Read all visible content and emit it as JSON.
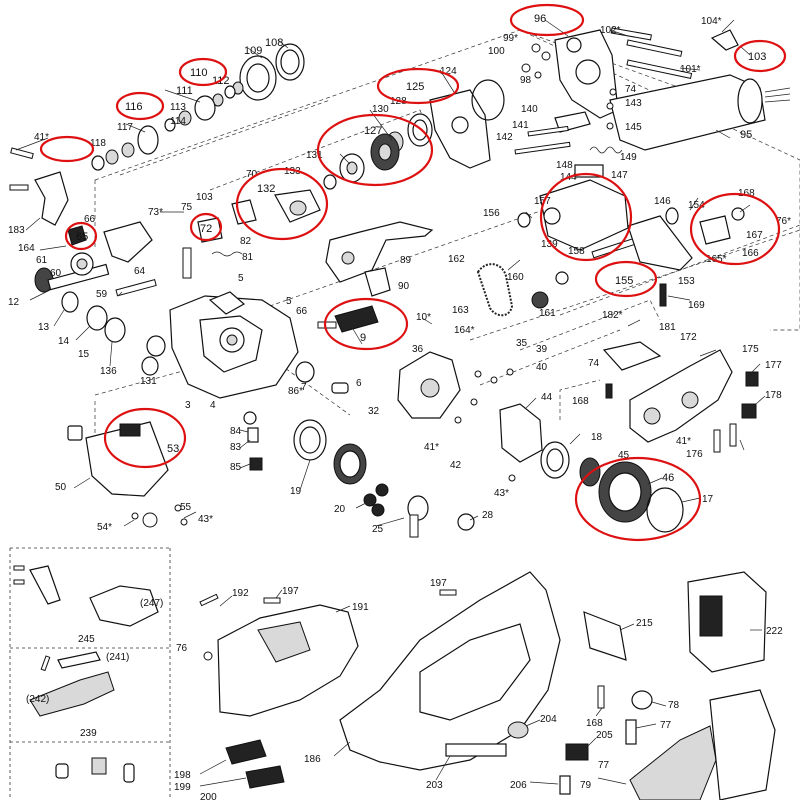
{
  "parts": [
    {
      "label": "96"
    },
    {
      "label": "104*"
    },
    {
      "label": "99*"
    },
    {
      "label": "102*"
    },
    {
      "label": "100"
    },
    {
      "label": "101*"
    },
    {
      "label": "103"
    },
    {
      "label": "98"
    },
    {
      "label": "108"
    },
    {
      "label": "109"
    },
    {
      "label": "110"
    },
    {
      "label": "112"
    },
    {
      "label": "111"
    },
    {
      "label": "116"
    },
    {
      "label": "113"
    },
    {
      "label": "114"
    },
    {
      "label": "117"
    },
    {
      "label": "118"
    },
    {
      "label": "41*"
    },
    {
      "label": "125"
    },
    {
      "label": "124"
    },
    {
      "label": "128"
    },
    {
      "label": "130"
    },
    {
      "label": "74"
    },
    {
      "label": "143"
    },
    {
      "label": "145"
    },
    {
      "label": "140"
    },
    {
      "label": "141"
    },
    {
      "label": "142"
    },
    {
      "label": "95"
    },
    {
      "label": "127"
    },
    {
      "label": "131"
    },
    {
      "label": "148"
    },
    {
      "label": "144"
    },
    {
      "label": "147"
    },
    {
      "label": "149"
    },
    {
      "label": "70"
    },
    {
      "label": "103"
    },
    {
      "label": "132"
    },
    {
      "label": "133"
    },
    {
      "label": "73*"
    },
    {
      "label": "75"
    },
    {
      "label": "183"
    },
    {
      "label": "66"
    },
    {
      "label": "65"
    },
    {
      "label": "72"
    },
    {
      "label": "82"
    },
    {
      "label": "157"
    },
    {
      "label": "146"
    },
    {
      "label": "154"
    },
    {
      "label": "168"
    },
    {
      "label": "156"
    },
    {
      "label": "139"
    },
    {
      "label": "158"
    },
    {
      "label": "167"
    },
    {
      "label": "76*"
    },
    {
      "label": "164"
    },
    {
      "label": "61"
    },
    {
      "label": "60"
    },
    {
      "label": "81"
    },
    {
      "label": "89"
    },
    {
      "label": "162"
    },
    {
      "label": "165*"
    },
    {
      "label": "166"
    },
    {
      "label": "12"
    },
    {
      "label": "64"
    },
    {
      "label": "59"
    },
    {
      "label": "5"
    },
    {
      "label": "90"
    },
    {
      "label": "160"
    },
    {
      "label": "155"
    },
    {
      "label": "153"
    },
    {
      "label": "169"
    },
    {
      "label": "13"
    },
    {
      "label": "14"
    },
    {
      "label": "15"
    },
    {
      "label": "66"
    },
    {
      "label": "10*"
    },
    {
      "label": "9"
    },
    {
      "label": "163"
    },
    {
      "label": "161"
    },
    {
      "label": "182*"
    },
    {
      "label": "181"
    },
    {
      "label": "164*"
    },
    {
      "label": "172"
    },
    {
      "label": "136"
    },
    {
      "label": "131"
    },
    {
      "label": "3"
    },
    {
      "label": "4"
    },
    {
      "label": "7"
    },
    {
      "label": "35"
    },
    {
      "label": "39"
    },
    {
      "label": "40"
    },
    {
      "label": "36"
    },
    {
      "label": "175"
    },
    {
      "label": "177"
    },
    {
      "label": "6"
    },
    {
      "label": "86*"
    },
    {
      "label": "32"
    },
    {
      "label": "44"
    },
    {
      "label": "168"
    },
    {
      "label": "178"
    },
    {
      "label": "84"
    },
    {
      "label": "83"
    },
    {
      "label": "85"
    },
    {
      "label": "53"
    },
    {
      "label": "41*"
    },
    {
      "label": "42"
    },
    {
      "label": "18"
    },
    {
      "label": "45"
    },
    {
      "label": "176"
    },
    {
      "label": "19"
    },
    {
      "label": "46"
    },
    {
      "label": "50"
    },
    {
      "label": "55"
    },
    {
      "label": "20"
    },
    {
      "label": "43*"
    },
    {
      "label": "54*"
    },
    {
      "label": "43*"
    },
    {
      "label": "25"
    },
    {
      "label": "28"
    },
    {
      "label": "17"
    },
    {
      "label": "197"
    },
    {
      "label": "197"
    },
    {
      "label": "192"
    },
    {
      "label": "191"
    },
    {
      "label": "(247)"
    },
    {
      "label": "245"
    },
    {
      "label": "76"
    },
    {
      "label": "215"
    },
    {
      "label": "222"
    },
    {
      "label": "(241)"
    },
    {
      "label": "(242)"
    },
    {
      "label": "239"
    },
    {
      "label": "186"
    },
    {
      "label": "204"
    },
    {
      "label": "168"
    },
    {
      "label": "78"
    },
    {
      "label": "205"
    },
    {
      "label": "77"
    },
    {
      "label": "198"
    },
    {
      "label": "199"
    },
    {
      "label": "200"
    },
    {
      "label": "203"
    },
    {
      "label": "206"
    },
    {
      "label": "79"
    },
    {
      "label": "77"
    },
    {
      "label": "5"
    },
    {
      "label": "74"
    },
    {
      "label": "41*"
    }
  ]
}
